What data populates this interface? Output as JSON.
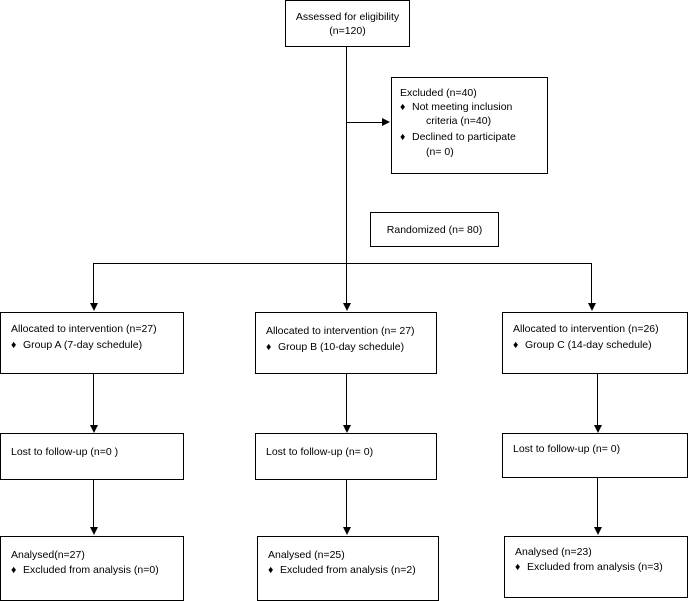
{
  "eligibility": {
    "line1": "Assessed for eligibility",
    "line2": "(n=120)"
  },
  "excluded": {
    "title": "Excluded (n=40)",
    "item1_line1": "Not meeting inclusion",
    "item1_line2": "criteria (n=40)",
    "item2_line1": "Declined to participate",
    "item2_line2": "(n= 0)"
  },
  "randomized": "Randomized (n= 80)",
  "bullet": "♦",
  "groups": [
    {
      "allocated": "Allocated to intervention (n=27)",
      "group": "Group A (7-day schedule)",
      "lost": "Lost to follow-up (n=0 )",
      "analysed": "Analysed(n=27)",
      "excluded": "Excluded from analysis (n=0)"
    },
    {
      "allocated": "Allocated to intervention (n= 27)",
      "group": "Group B (10-day schedule)",
      "lost": "Lost to follow-up (n= 0)",
      "analysed": "Analysed (n=25)",
      "excluded": "Excluded from analysis (n=2)"
    },
    {
      "allocated": "Allocated to intervention (n=26)",
      "group": "Group C (14-day schedule)",
      "lost": "Lost to follow-up (n= 0)",
      "analysed": "Analysed (n=23)",
      "excluded": "Excluded from analysis (n=3)"
    }
  ]
}
